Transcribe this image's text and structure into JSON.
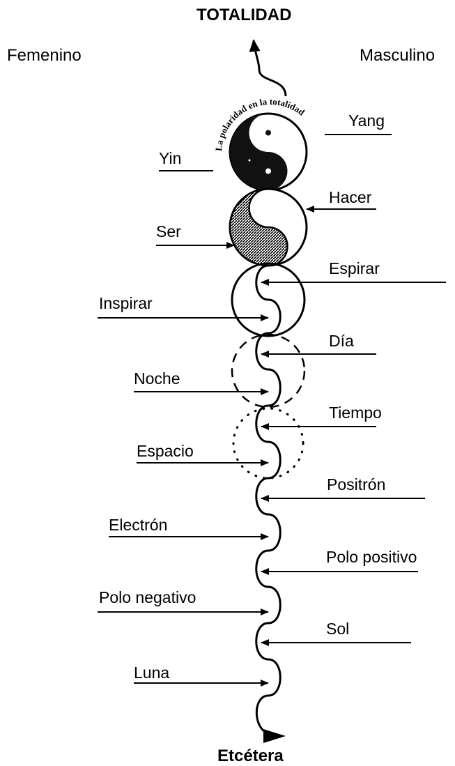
{
  "header": {
    "top": "TOTALIDAD",
    "bottom": "Etcétera"
  },
  "sides": {
    "left": "Femenino",
    "right": "Masculino"
  },
  "arc_text": "La polaridad en la totalidad",
  "labels": {
    "yang": "Yang",
    "yin": "Yin",
    "hacer": "Hacer",
    "ser": "Ser",
    "espirar": "Espirar",
    "inspirar": "Inspirar",
    "dia": "Día",
    "noche": "Noche",
    "tiempo": "Tiempo",
    "espacio": "Espacio",
    "positron": "Positrón",
    "electron": "Electrón",
    "polo_positivo": "Polo positivo",
    "polo_negativo": "Polo negativo",
    "sol": "Sol",
    "luna": "Luna"
  }
}
